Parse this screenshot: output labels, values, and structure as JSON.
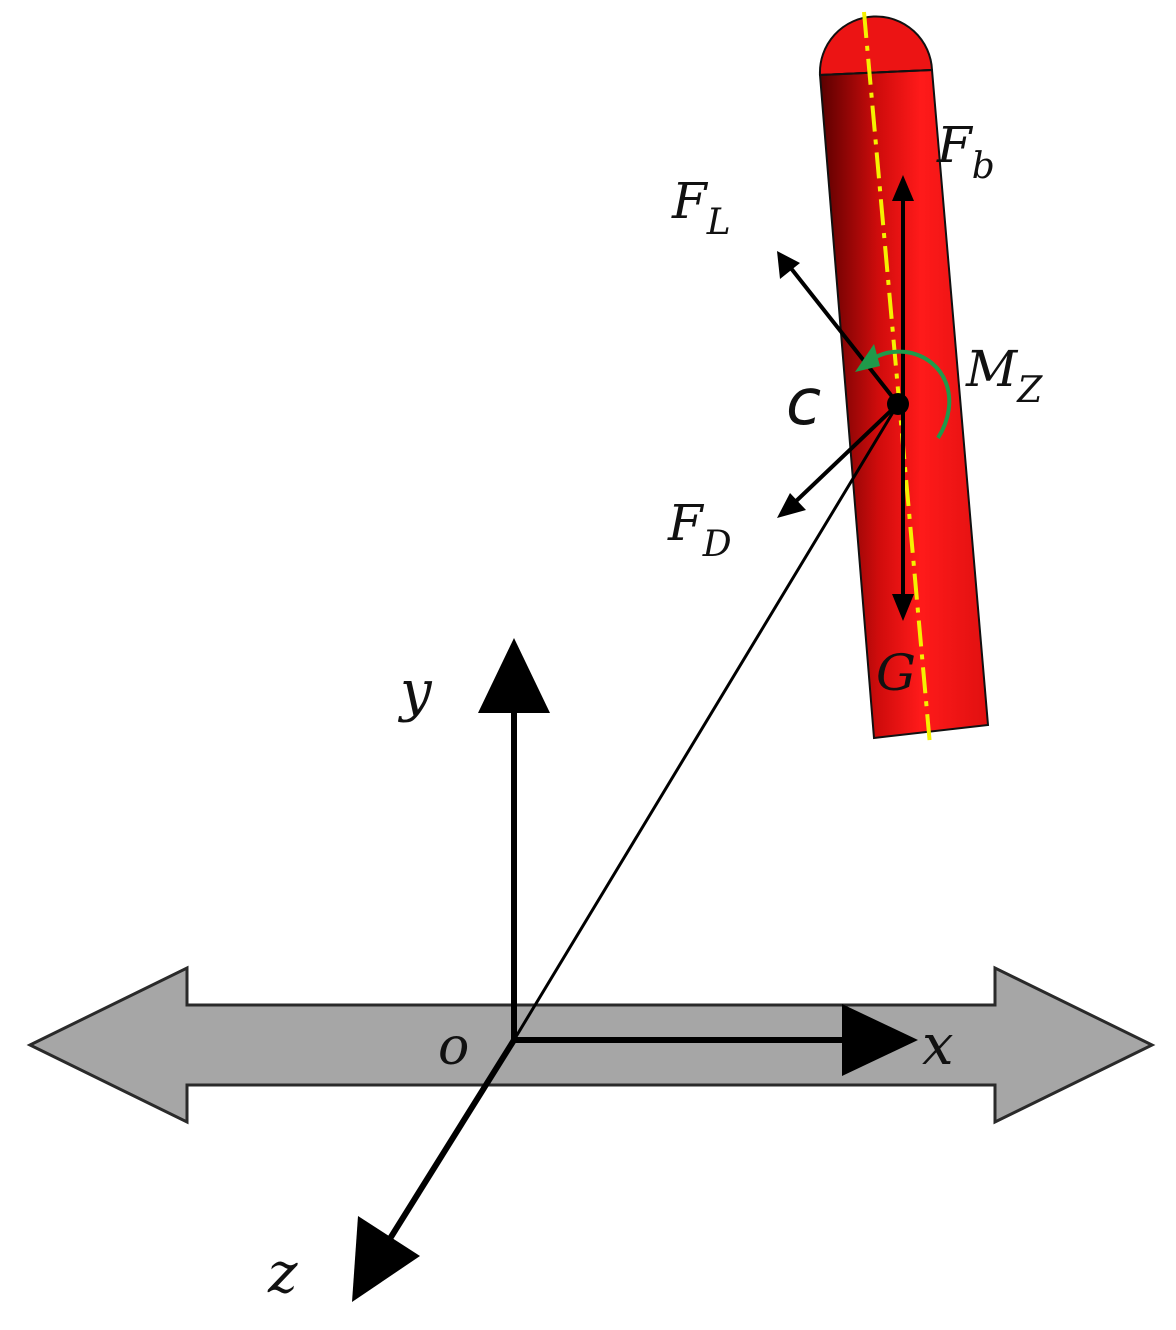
{
  "diagram": {
    "labels": {
      "lift": "F",
      "lift_sub": "L",
      "drag": "F",
      "drag_sub": "D",
      "buoyancy": "F",
      "buoyancy_sub": "b",
      "moment": "M",
      "moment_sub": "Z",
      "centroid": "c",
      "gravity": "G",
      "axis_x": "x",
      "axis_y": "y",
      "axis_z": "z",
      "origin": "o"
    },
    "colors": {
      "body": "#e81010",
      "body_dark": "#8a0000",
      "centerline": "#f5f000",
      "moment_arrow": "#1f9a4a",
      "ground_arrow": "#a6a6a6",
      "ink": "#000000"
    }
  }
}
